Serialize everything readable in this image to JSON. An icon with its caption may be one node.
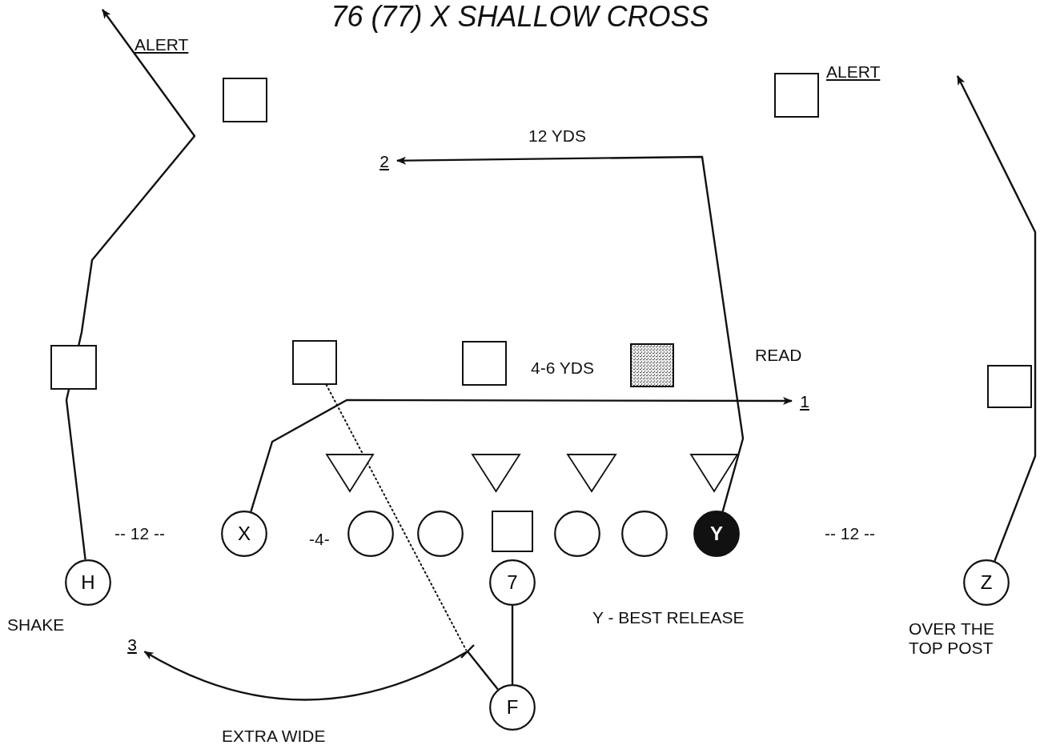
{
  "diagram": {
    "title": "76 (77) X SHALLOW CROSS",
    "nodes": [
      {
        "text": [],
        "shape": "box"
      },
      {
        "text": [],
        "shape": "box"
      },
      {
        "text": [
          "2"
        ]
      },
      {
        "text": [],
        "shape": "box"
      },
      {
        "text": [],
        "shape": "box"
      },
      {
        "text": [],
        "shape": "box"
      },
      {
        "text": [],
        "shape": "box"
      },
      {
        "text": [],
        "shape": "box"
      },
      {
        "text": [
          "1"
        ]
      },
      {
        "text": [],
        "shape": "triangle"
      },
      {
        "text": [],
        "shape": "triangle"
      },
      {
        "text": [],
        "shape": "triangle"
      },
      {
        "text": [],
        "shape": "triangle"
      },
      {
        "text": [
          "X"
        ]
      },
      {
        "text": [],
        "shape": "circle"
      },
      {
        "text": [],
        "shape": "circle"
      },
      {
        "text": [],
        "shape": "box"
      },
      {
        "text": [],
        "shape": "circle"
      },
      {
        "text": [],
        "shape": "circle"
      },
      {
        "text": [
          "Y"
        ]
      },
      {
        "text": [
          "H"
        ],
        "beside": [
          "SHAKE"
        ]
      },
      {
        "text": [
          "7"
        ]
      },
      {
        "text": [
          "Z"
        ],
        "beside": [
          "OVER THE TOP POST"
        ]
      },
      {
        "text": [
          "3"
        ]
      },
      {
        "text": [
          "F"
        ]
      }
    ],
    "edges": [
      {
        "from": 20,
        "to": null,
        "arrow": "to"
      },
      {
        "from": 13,
        "to": 8,
        "arrow": "to"
      },
      {
        "from": 19,
        "to": 2,
        "arrow": "to",
        "label": "12 YDS"
      },
      {
        "from": 22,
        "to": null,
        "arrow": "to"
      },
      {
        "from": 24,
        "to": 21,
        "arrow": "none"
      },
      {
        "from": 24,
        "to": 23,
        "arrow": "to",
        "label": "EXTRA WIDE"
      },
      {
        "from": 4,
        "to": null,
        "arrow": "none",
        "style": "dashed"
      }
    ],
    "labels": [
      "ALERT",
      "ALERT",
      "4-6 YDS",
      "READ",
      "-- 12 --",
      "-4-",
      "-- 12 --",
      "Y - BEST RELEASE"
    ]
  }
}
